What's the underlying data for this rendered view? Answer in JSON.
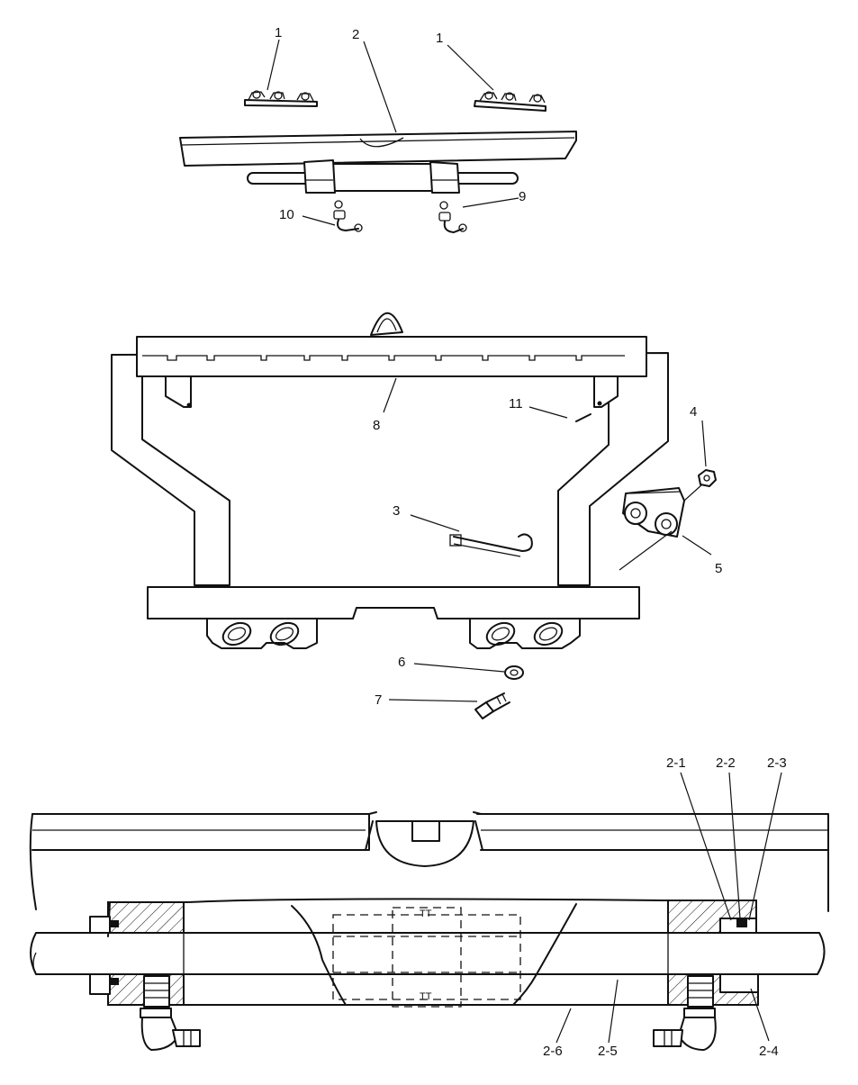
{
  "callouts": {
    "c1a": "1",
    "c2": "2",
    "c1b": "1",
    "c10": "10",
    "c9": "9",
    "c8": "8",
    "c11": "11",
    "c4": "4",
    "c3": "3",
    "c5": "5",
    "c6": "6",
    "c7": "7",
    "c2_1": "2-1",
    "c2_2": "2-2",
    "c2_3": "2-3",
    "c2_4": "2-4",
    "c2_5": "2-5",
    "c2_6": "2-6"
  },
  "detail_marks": {
    "upper": "TT",
    "lower": "TT"
  },
  "colors": {
    "ink": "#111111",
    "background": "#ffffff"
  }
}
